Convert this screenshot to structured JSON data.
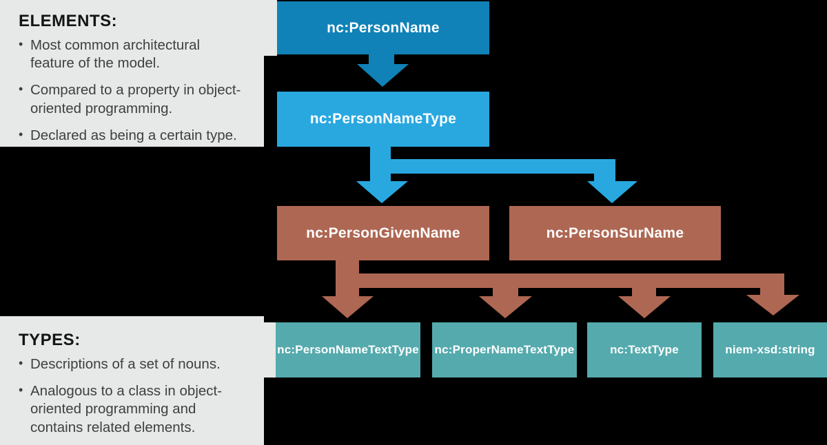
{
  "colors": {
    "background": "#000000",
    "panel_gray": "#e6e9e7",
    "blue_dark": "#1082b8",
    "blue_light": "#29a8e0",
    "brown": "#ae6753",
    "teal": "#55aaad",
    "heading_text": "#141414",
    "body_text": "#3d403f",
    "box_text": "#ffffff"
  },
  "panels": {
    "elements": {
      "heading": "ELEMENTS:",
      "bullets": [
        "Most common architectural feature of the model.",
        "Compared to a property in object-oriented programming.",
        "Declared as being a certain type."
      ]
    },
    "types": {
      "heading": "TYPES:",
      "bullets": [
        "Descriptions of a set of nouns.",
        "Analogous to a class in object-oriented programming and contains related elements."
      ]
    }
  },
  "nodes": {
    "person_name": "nc:PersonName",
    "person_name_type": "nc:PersonNameType",
    "person_given_name": "nc:PersonGivenName",
    "person_sur_name": "nc:PersonSurName",
    "person_name_text_type": "nc:PersonNameTextType",
    "proper_name_text_type": "nc:ProperNameTextType",
    "text_type": "nc:TextType",
    "niem_xsd_string": "niem-xsd:string"
  }
}
